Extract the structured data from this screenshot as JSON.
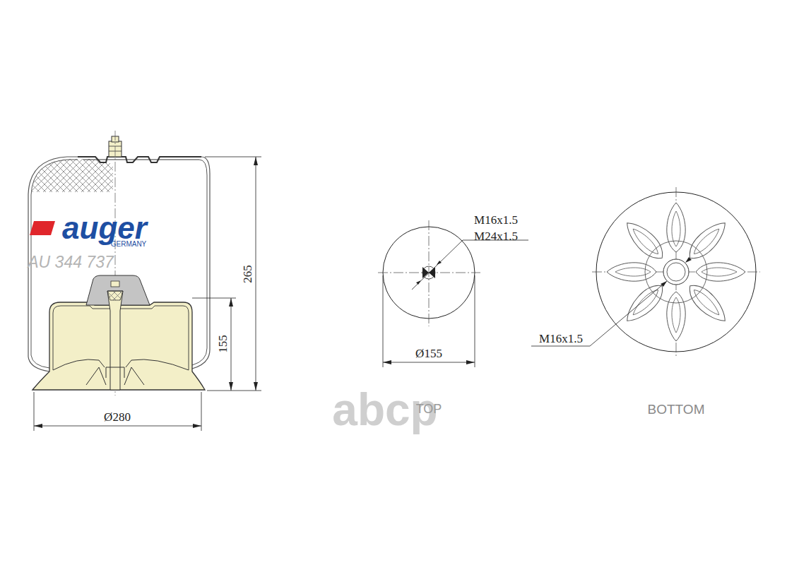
{
  "diagram": {
    "labels": [
      "auger",
      "GERMANY",
      "AU 344 737",
      "265",
      "155",
      "Ø280",
      "M16x1.5",
      "M24x1.5",
      "Ø155",
      "abcp",
      "TOP",
      "M16x1.5",
      "BOTTOM"
    ]
  }
}
